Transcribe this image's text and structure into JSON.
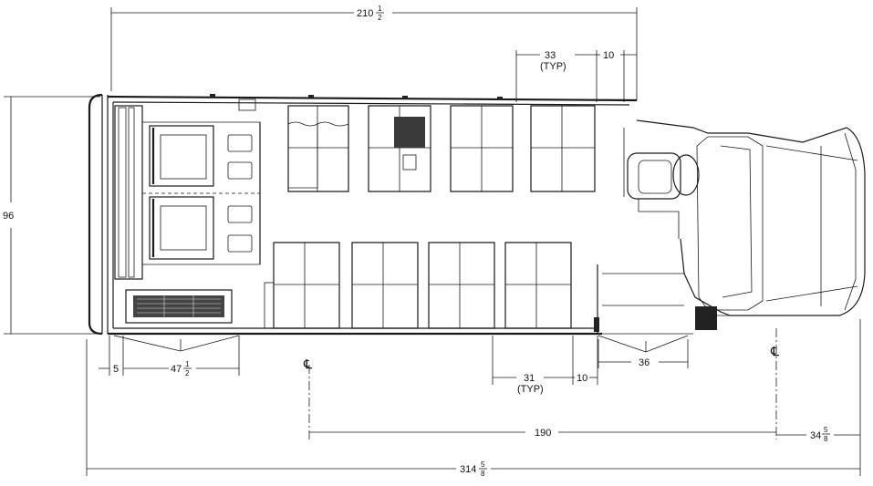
{
  "dimensions": {
    "overall_body_length": {
      "whole": "210",
      "num": "1",
      "den": "2"
    },
    "overall_width": "96",
    "seat_pitch_top": {
      "value": "33",
      "note": "(TYP)"
    },
    "driver_spacing_top": "10",
    "seat_pitch_bottom": {
      "value": "31",
      "note": "(TYP)"
    },
    "door_spacing_bottom": "10",
    "rear_offset": "5",
    "rear_door_width": {
      "whole": "47",
      "num": "1",
      "den": "2"
    },
    "front_door_width": "36",
    "wheelbase": "190",
    "front_overhang": {
      "whole": "34",
      "num": "5",
      "den": "8"
    },
    "overall_length": {
      "whole": "314",
      "num": "5",
      "den": "8"
    }
  },
  "centerline_symbol": "℄"
}
